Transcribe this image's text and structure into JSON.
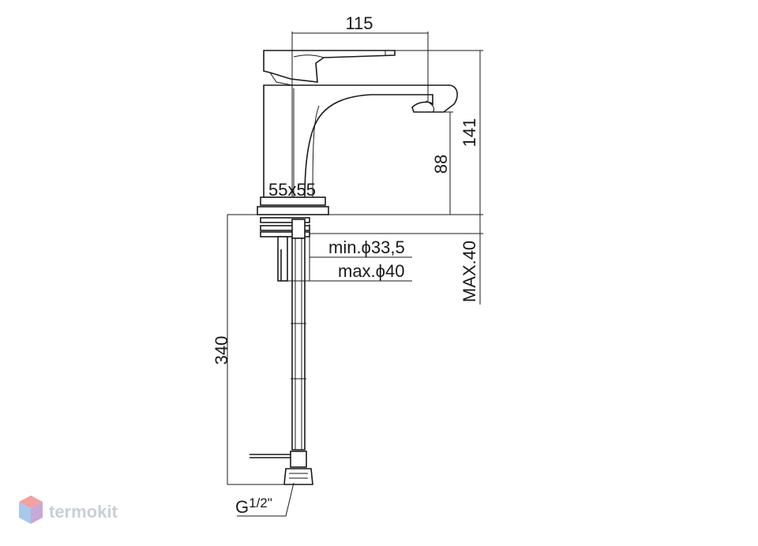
{
  "dimensions": {
    "top_width": "115",
    "total_height": "141",
    "spout_height": "88",
    "base_size": "55x55",
    "hole_min": "min.ϕ33,5",
    "hole_max": "max.ϕ40",
    "deck_max": "MAX.40",
    "hose_length": "340",
    "connection_prefix": "G",
    "connection_size": "1/2\""
  },
  "watermark": {
    "text": "termokit",
    "icon": "cube-logo-icon",
    "color": "#c9cfd6"
  },
  "colors": {
    "line": "#1a1a1a",
    "background": "#ffffff",
    "logo_top": "#f2a0a0",
    "logo_left": "#a8c8ec",
    "logo_right": "#c8a8d8"
  }
}
